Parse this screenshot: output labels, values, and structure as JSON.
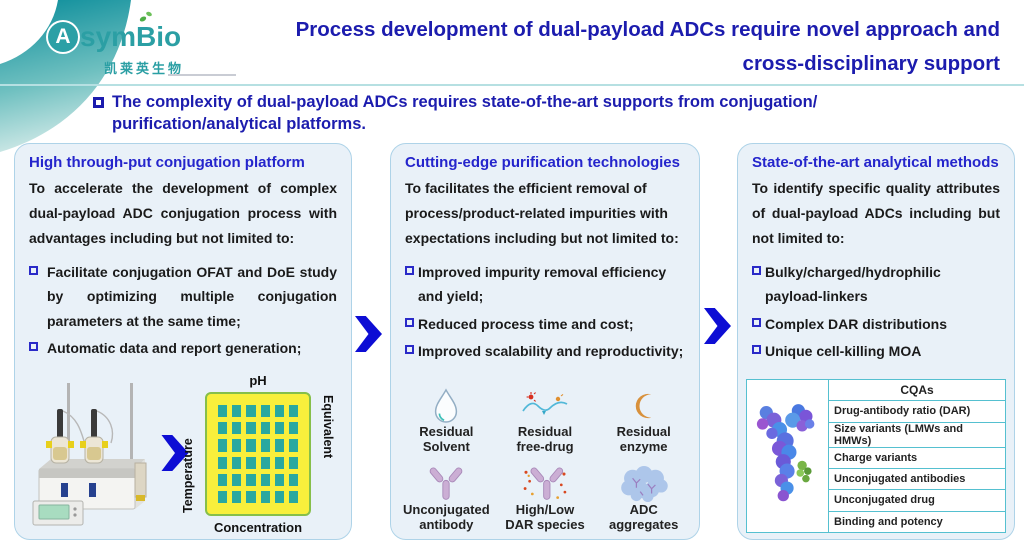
{
  "logo": {
    "brand": "AsymBio",
    "icon_letter": "A",
    "brand_rest": "symBio",
    "subtext": "凯莱英生物"
  },
  "header": {
    "title_line1": "Process development of dual-payload ADCs require novel approach and",
    "title_line2": "cross-disciplinary support"
  },
  "intro": {
    "line1": "The complexity of dual-payload ADCs requires state-of-the-art supports from conjugation/",
    "line2": "purification/analytical platforms."
  },
  "panels": [
    {
      "title": "High through-put conjugation platform",
      "body": "To accelerate the development of complex dual-payload ADC conjugation process with advantages including but not limited to:",
      "bullets": [
        "Facilitate conjugation OFAT and DoE study by optimizing multiple conjugation parameters at the same time;",
        "Automatic data and report generation;"
      ],
      "doe": {
        "top": "pH",
        "left": "Temperature",
        "right": "Equivalent",
        "bottom": "Concentration",
        "grid_rows": 6,
        "grid_cols": 6
      }
    },
    {
      "title": "Cutting-edge purification technologies",
      "body": "To facilitates the efficient removal of process/product-related impurities with expectations including but not limited to:",
      "bullets": [
        "Improved impurity removal efficiency and yield;",
        "Reduced process time and cost;",
        "Improved scalability and reproductivity;"
      ],
      "impurities": [
        {
          "icon": "droplet-icon",
          "line1": "Residual",
          "line2": "Solvent"
        },
        {
          "icon": "free-drug-icon",
          "line1": "Residual",
          "line2": "free-drug"
        },
        {
          "icon": "enzyme-icon",
          "line1": "Residual",
          "line2": "enzyme"
        },
        {
          "icon": "antibody-icon",
          "line1": "Unconjugated",
          "line2": "antibody"
        },
        {
          "icon": "dar-species-icon",
          "line1": "High/Low",
          "line2": "DAR species"
        },
        {
          "icon": "aggregates-icon",
          "line1": "ADC",
          "line2": "aggregates"
        }
      ]
    },
    {
      "title": "State-of-the-art analytical methods",
      "body": "To identify specific quality attributes of dual-payload ADCs including but not limited to:",
      "bullets": [
        "Bulky/charged/hydrophilic payload-linkers",
        "Complex DAR distributions",
        "Unique cell-killing MOA"
      ],
      "table": {
        "header": "CQAs",
        "rows": [
          "Drug-antibody ratio (DAR)",
          "Size variants (LMWs and HMWs)",
          "Charge variants",
          "Unconjugated antibodies",
          "Unconjugated drug",
          "Binding and potency"
        ]
      }
    }
  ],
  "colors": {
    "title_blue": "#1c1cae",
    "panel_header_blue": "#2525cc",
    "brand_teal": "#2b9fa4",
    "panel_bg": "#e9f1f8",
    "panel_border": "#aed3e8",
    "arrow_blue": "#0d0dd4",
    "doe_yellow": "#f8ef3c",
    "doe_cell_teal": "#29a8a0"
  }
}
